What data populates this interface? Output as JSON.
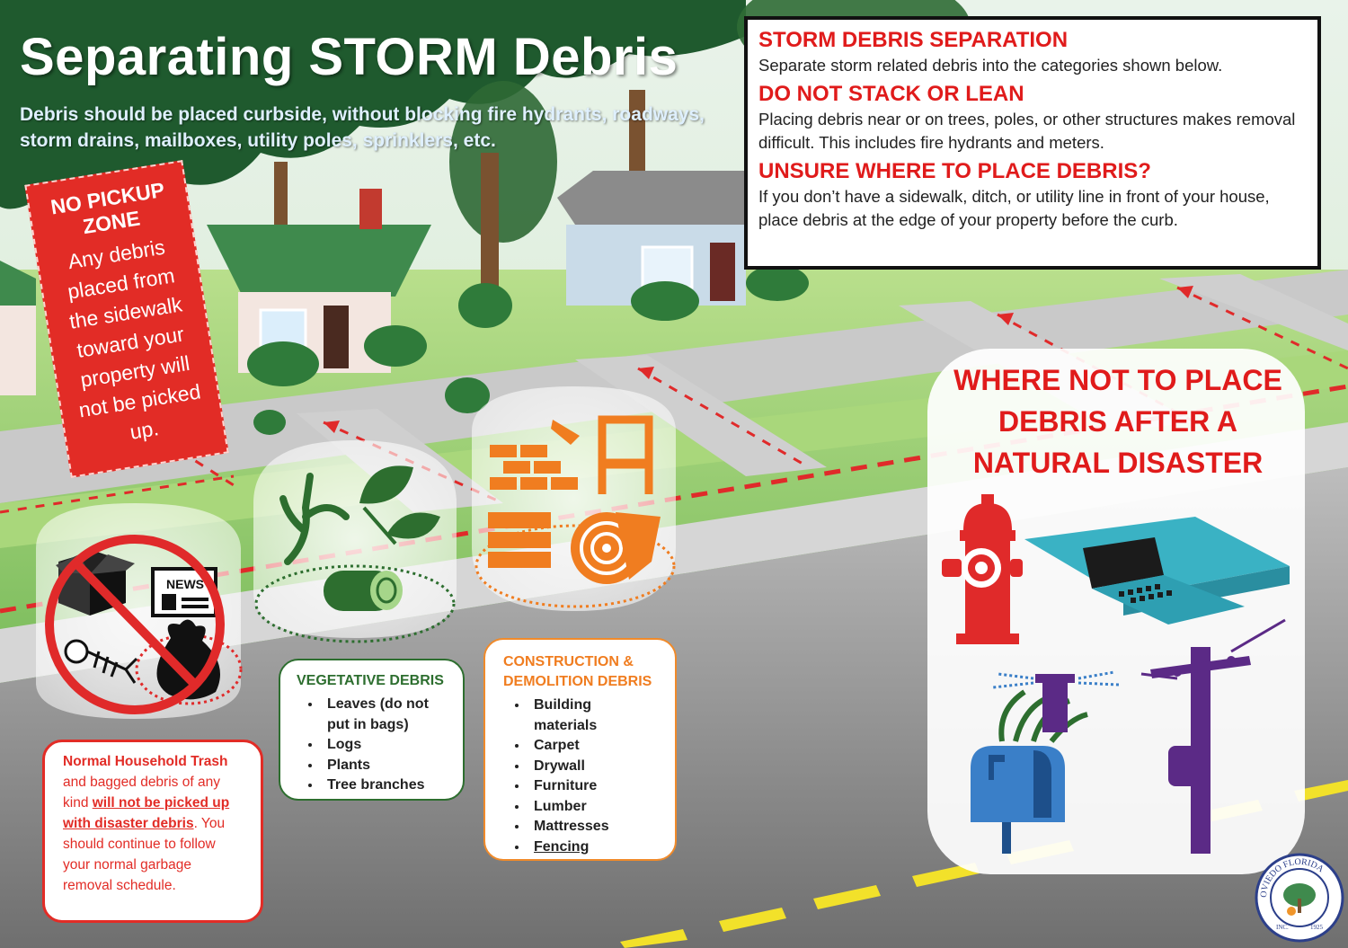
{
  "title": "Separating STORM Debris",
  "subtitle": "Debris should be placed curbside, without blocking fire hydrants, roadways, storm drains, mailboxes, utility poles, sprinklers, etc.",
  "info": {
    "h1": "STORM DEBRIS SEPARATION",
    "p1": "Separate storm related debris into the categories shown below.",
    "h2": "DO NOT STACK OR LEAN",
    "p2": "Placing debris near or on trees, poles, or other structures makes removal difficult. This includes fire hydrants and meters.",
    "h3": "UNSURE WHERE TO PLACE DEBRIS?",
    "p3": "If you don’t have a sidewalk, ditch, or utility line in front of your house, place debris at the edge of your property before the curb."
  },
  "no_pickup": {
    "heading": "NO PICKUP ZONE",
    "body": "Any debris placed from the sidewalk toward your property will not be picked up."
  },
  "trash": {
    "bold": "Normal Household Trash",
    "text1": " and bagged debris of any kind ",
    "underline": "will not be picked up with disaster debris",
    "text2": ". You should continue to follow your normal garbage removal schedule."
  },
  "trash_icons": {
    "news_label": "NEWS"
  },
  "vegetative": {
    "title": "VEGETATIVE DEBRIS",
    "items": [
      "Leaves (do not put in bags)",
      "Logs",
      "Plants",
      "Tree branches"
    ]
  },
  "construction": {
    "title": "CONSTRUCTION & DEMOLITION DEBRIS",
    "items": [
      "Building materials",
      "Carpet",
      "Drywall",
      "Furniture",
      "Lumber",
      "Mattresses",
      "Fencing"
    ]
  },
  "where_not": {
    "title": "WHERE NOT TO PLACE DEBRIS AFTER A NATURAL DISASTER"
  },
  "seal": {
    "text": "OVIEDO FLORIDA",
    "inc": "INC.",
    "year": "1925"
  },
  "colors": {
    "red": "#e01b1b",
    "green_dark": "#2d6e2f",
    "orange": "#f07d20",
    "teal": "#3ab2c4",
    "purple": "#5b2a86",
    "blue": "#3a7fc8"
  },
  "icons": [
    "prohibited-icon",
    "box-icon",
    "newspaper-icon",
    "fish-bones-icon",
    "trash-bag-icon",
    "branch-icon",
    "leaves-icon",
    "log-icon",
    "bricks-trowel-icon",
    "chair-icon",
    "drywall-icon",
    "carpet-roll-icon",
    "fire-hydrant-icon",
    "storm-drain-icon",
    "sprinkler-icon",
    "utility-pole-icon",
    "mailbox-icon",
    "city-seal-icon"
  ]
}
